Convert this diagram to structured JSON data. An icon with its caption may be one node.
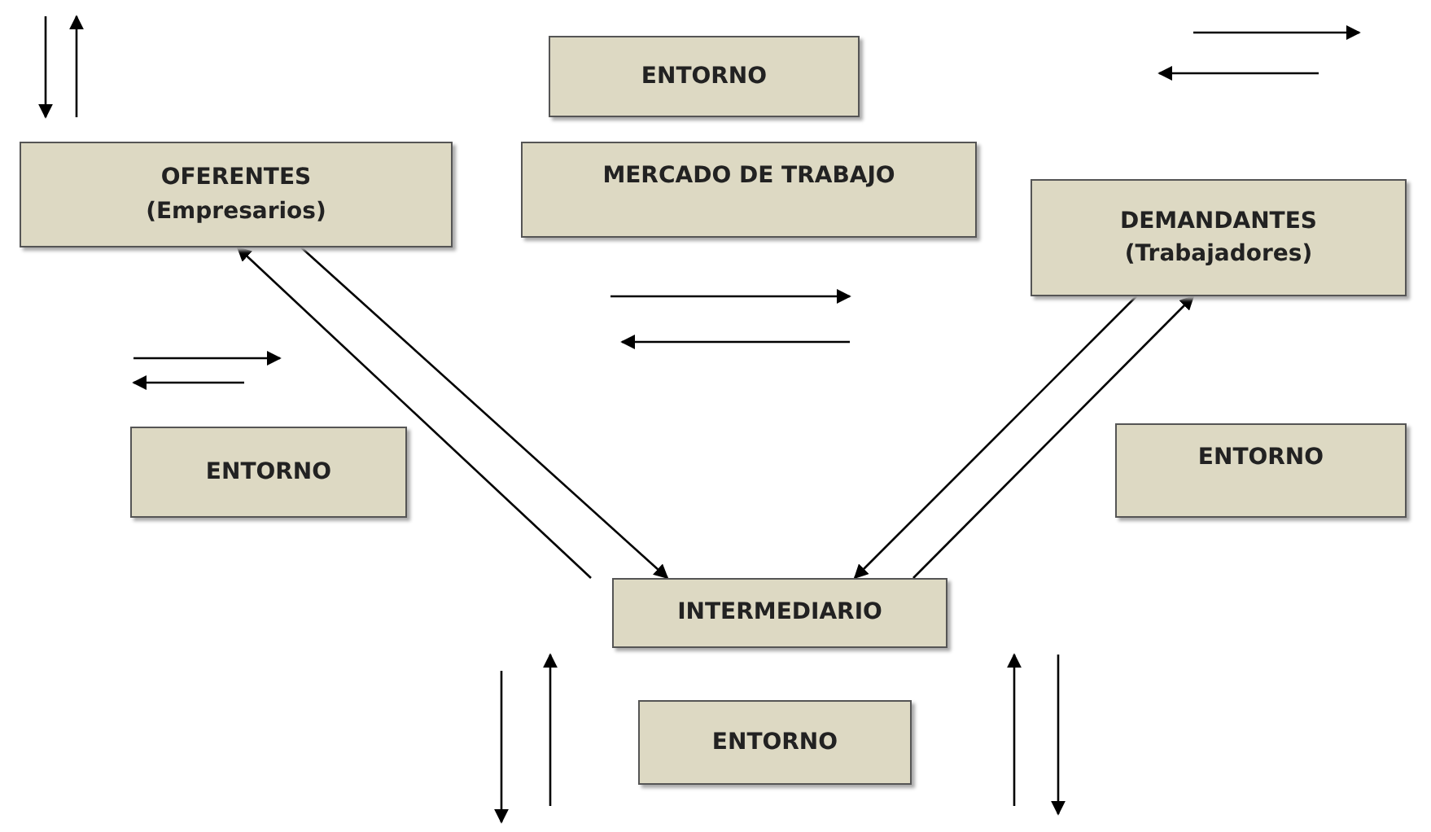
{
  "diagram": {
    "nodes": [
      {
        "text": [
          "ENTORNO"
        ]
      },
      {
        "text": [
          "MERCADO DE TRABAJO"
        ]
      },
      {
        "text": [
          "OFERENTES",
          "(Empresarios)"
        ]
      },
      {
        "text": [
          "DEMANDANTES",
          "(Trabajadores)"
        ]
      },
      {
        "text": [
          "ENTORNO"
        ]
      },
      {
        "text": [
          "ENTORNO"
        ]
      },
      {
        "text": [
          "INTERMEDIARIO"
        ]
      },
      {
        "text": [
          "ENTORNO"
        ]
      }
    ],
    "edges": [
      {
        "from": 2,
        "to": 6,
        "arrow": "to"
      },
      {
        "from": 6,
        "to": 2,
        "arrow": "to"
      },
      {
        "from": 3,
        "to": 6,
        "arrow": "to"
      },
      {
        "from": 6,
        "to": 3,
        "arrow": "to"
      }
    ]
  }
}
